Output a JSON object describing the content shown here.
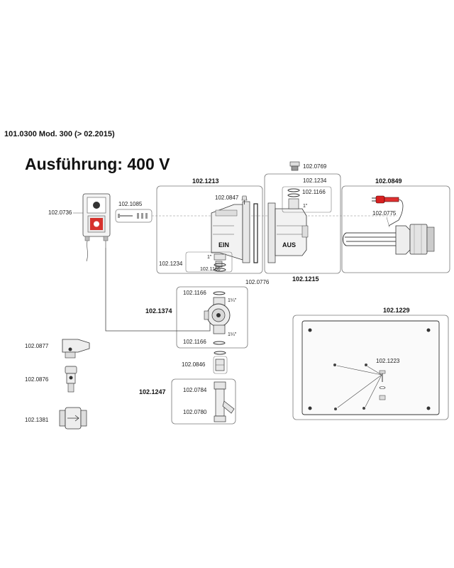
{
  "header": {
    "model": "101.0300 Mod. 300 (> 02.2015)",
    "variant": "Ausführung: 400 V"
  },
  "groups": {
    "g1213": "102.1213",
    "g1215": "102.1215",
    "g0849": "102.0849",
    "g1374": "102.1374",
    "g1247": "102.1247",
    "g1229": "102.1229"
  },
  "parts": {
    "p0736": "102.0736",
    "p1085": "102.1085",
    "p0847": "102.0847",
    "p1234_left": "102.1234",
    "p1166_left": "102.1166",
    "p0776": "102.0776",
    "p0769": "102.0769",
    "p1234_right": "102.1234",
    "p1166_right": "102.1166",
    "p0775": "102.0775",
    "p1166_top": "102.1166",
    "p1166_bottom": "102.1166",
    "p0846": "102.0846",
    "p0784": "102.0784",
    "p0780": "102.0780",
    "p0877": "102.0877",
    "p0876": "102.0876",
    "p1381": "102.1381",
    "p1223": "102.1223"
  },
  "labels": {
    "ein": "EIN",
    "aus": "AUS",
    "thread_1in_left": "1\"",
    "thread_1in_right": "1\"",
    "thread_114_top": "1¼\"",
    "thread_114_bottom": "1¼\""
  }
}
